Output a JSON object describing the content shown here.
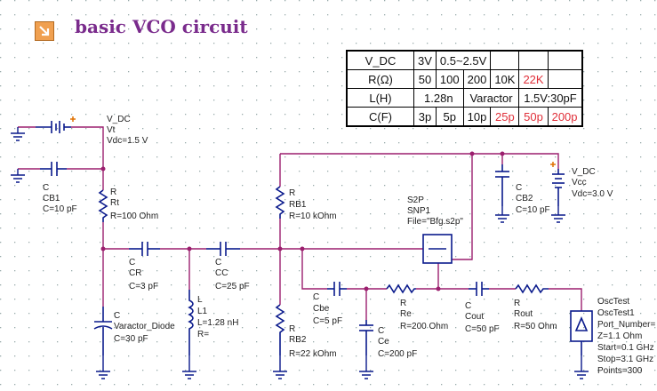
{
  "title": "basic VCO circuit",
  "spec_table": {
    "rows": [
      {
        "label": "V_DC",
        "cells": [
          {
            "t": "3V",
            "red": false
          },
          {
            "t": "0.5~2.5V",
            "red": false,
            "span": 2
          },
          {
            "t": "",
            "red": false
          },
          {
            "t": "",
            "red": false
          },
          {
            "t": "",
            "red": false
          }
        ]
      },
      {
        "label": "R(Ω)",
        "cells": [
          {
            "t": "50",
            "red": false
          },
          {
            "t": "100",
            "red": false
          },
          {
            "t": "200",
            "red": false
          },
          {
            "t": "10K",
            "red": false
          },
          {
            "t": "22K",
            "red": true
          },
          {
            "t": "",
            "red": false
          }
        ]
      },
      {
        "label": "L(H)",
        "cells": [
          {
            "t": "1.28n",
            "red": false,
            "span": 2
          },
          {
            "t": "Varactor",
            "red": false,
            "span": 2
          },
          {
            "t": "1.5V:30pF",
            "red": false,
            "span": 2
          }
        ]
      },
      {
        "label": "C(F)",
        "cells": [
          {
            "t": "3p",
            "red": false
          },
          {
            "t": "5p",
            "red": false
          },
          {
            "t": "10p",
            "red": false
          },
          {
            "t": "25p",
            "red": true
          },
          {
            "t": "50p",
            "red": true
          },
          {
            "t": "200p",
            "red": true
          }
        ]
      }
    ]
  },
  "labels": {
    "vt_a": "V_DC",
    "vt_b": "Vt",
    "vt_c": "Vdc=1.5 V",
    "cb1_a": "C",
    "cb1_b": "CB1",
    "cb1_c": "C=10 pF",
    "rt_a": "R",
    "rt_b": "Rt",
    "rt_c": "R=100 Ohm",
    "cr_a": "C",
    "cr_b": "CR",
    "cr_c": "C=3 pF",
    "cc_a": "C",
    "cc_b": "CC",
    "cc_c": "C=25 pF",
    "rb1_a": "R",
    "rb1_b": "RB1",
    "rb1_c": "R=10 kOhm",
    "s2p_a": "S2P",
    "s2p_b": "SNP1",
    "s2p_c": "File=\"Bfg.s2p\"",
    "cb2_a": "C",
    "cb2_b": "CB2",
    "cb2_c": "C=10 pF",
    "vcc_a": "V_DC",
    "vcc_b": "Vcc",
    "vcc_c": "Vdc=3.0 V",
    "var_a": "C",
    "var_b": "Varactor_Diode",
    "var_c": "C=30 pF",
    "l1_a": "L",
    "l1_b": "L1",
    "l1_c": "L=1.28 nH",
    "l1_d": "R=",
    "rb2_a": "R",
    "rb2_b": "RB2",
    "rb2_c": "R=22 kOhm",
    "cbe_a": "C",
    "cbe_b": "Cbe",
    "cbe_c": "C=5 pF",
    "ce_a": "C",
    "ce_b": "Ce",
    "ce_c": "C=200 pF",
    "re_a": "R",
    "re_b": "Re",
    "re_c": "R=200 Ohm",
    "cout_a": "C",
    "cout_b": "Cout",
    "cout_c": "C=50 pF",
    "rout_a": "R",
    "rout_b": "Rout",
    "rout_c": "R=50 Ohm",
    "osc_a": "OscTest",
    "osc_b": "OscTest1",
    "osc_c": "Port_Number=",
    "osc_d": "Z=1.1 Ohm",
    "osc_e": "Start=0.1 GHz",
    "osc_f": "Stop=3.1 GHz",
    "osc_g": "Points=300"
  },
  "colors": {
    "wire": "#9b1f6e",
    "component": "#0a1a8c",
    "title": "#7a2b8c",
    "red_value": "#e0303a"
  }
}
